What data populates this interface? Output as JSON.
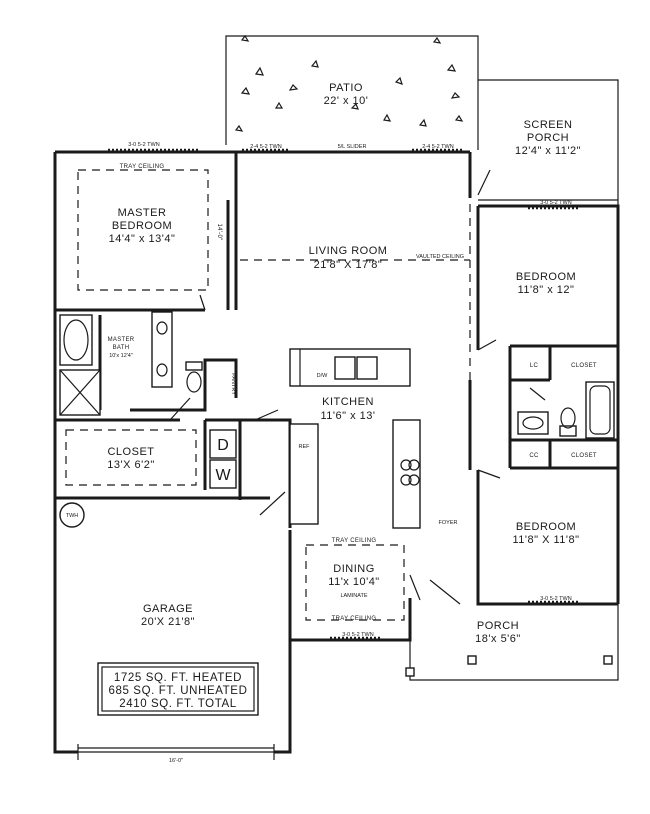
{
  "rooms": {
    "patio": {
      "name": "PATIO",
      "size": "22' x 10'"
    },
    "screen_porch": {
      "name_line1": "SCREEN",
      "name_line2": "PORCH",
      "size": "12'4\" x 11'2\""
    },
    "master_bedroom": {
      "name_line1": "MASTER",
      "name_line2": "BEDROOM",
      "size": "14'4\" x 13'4\""
    },
    "living_room": {
      "name": "LIVING ROOM",
      "size": "21'8\" X 17'8\""
    },
    "bedroom_1": {
      "name": "BEDROOM",
      "size": "11'8\" x 12\""
    },
    "master_bath": {
      "name_line1": "MASTER",
      "name_line2": "BATH",
      "size": "10'x 12'4\""
    },
    "kitchen": {
      "name": "KITCHEN",
      "size": "11'6\" x 13'"
    },
    "closet_master": {
      "name": "CLOSET",
      "size": "13'X 6'2\""
    },
    "bedroom_2": {
      "name": "BEDROOM",
      "size": "11'8\" X 11'8\""
    },
    "dining": {
      "name": "DINING",
      "size": "11'x 10'4\"",
      "floor": "LAMINATE"
    },
    "garage": {
      "name": "GARAGE",
      "size": "20'X 21'8\""
    },
    "porch": {
      "name": "PORCH",
      "size": "18'x 5'6\""
    }
  },
  "labels": {
    "tray_ceiling_master": "TRAY CEILING",
    "tray_ceiling_dining_top": "TRAY CEILING",
    "tray_ceiling_dining_bottom": "TRAY CEILING",
    "vaulted_ceiling": "VAULTED CEILING",
    "pantry": "PANTRY",
    "dw": "D/W",
    "ref": "REF",
    "foyer": "FOYER",
    "lc": "LC",
    "cc": "CC",
    "closet_upper": "CLOSET",
    "closet_lower": "CLOSET",
    "dryer": "D",
    "washer": "W",
    "water_heater": "TWH",
    "slider": "5/L SLIDER"
  },
  "windows": {
    "master_top": "3-0 5-2 TWN",
    "living_left": "2-4 5-2 TWN",
    "living_right": "2-4 5-2 TWN",
    "bedroom1_top": "3-0 5-2 TWN",
    "bedroom2_bottom": "3-0 5-2 TWN",
    "dining_bottom": "3-0 5-2 TWN"
  },
  "dimensions": {
    "master_wall": "14'-0\"",
    "garage_width": "16'-0\""
  },
  "totals": {
    "heated": "1725 SQ. FT.  HEATED",
    "unheated": "685 SQ. FT. UNHEATED",
    "total": "2410 SQ. FT.  TOTAL"
  }
}
